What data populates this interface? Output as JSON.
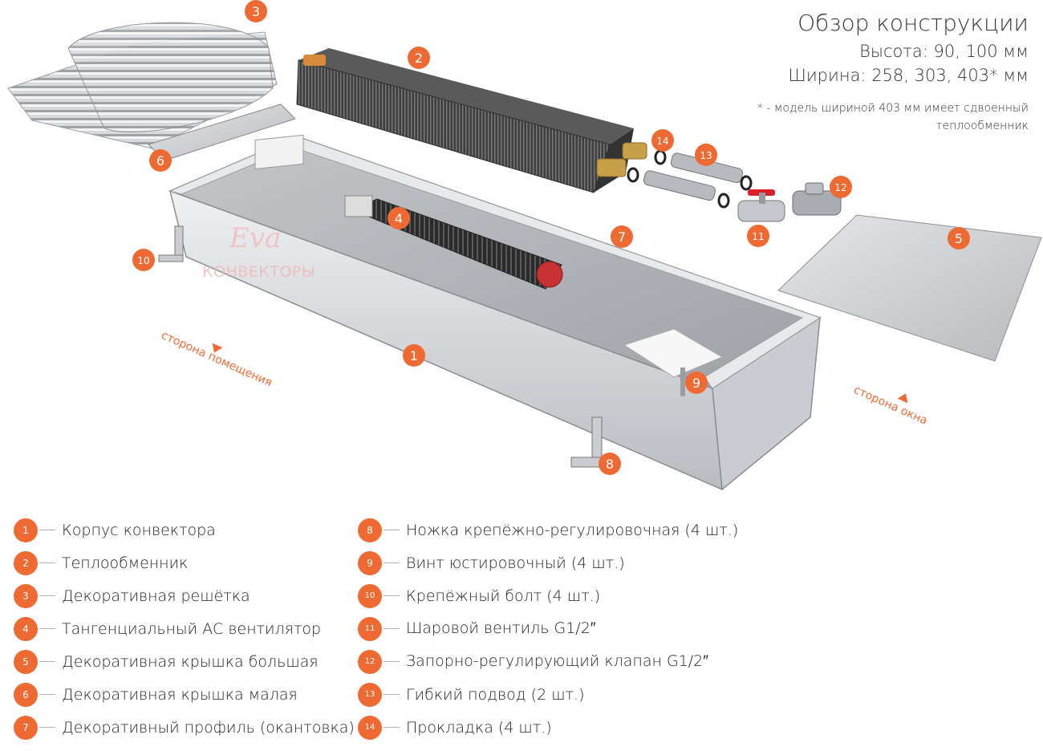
{
  "header": {
    "title": "Обзор конструкции",
    "height_line": "Высота: 90, 100 мм",
    "width_line": "Ширина: 258, 303, 403* мм",
    "note": "* -   модель шириной 403 мм имеет сдвоенный теплообменник"
  },
  "watermark": {
    "brand": "Eva",
    "sub": "КОНВЕКТОРЫ"
  },
  "sides": {
    "room": "сторона помещения",
    "window": "сторона окна"
  },
  "callouts": [
    "1",
    "2",
    "3",
    "4",
    "5",
    "6",
    "7",
    "8",
    "9",
    "10",
    "11",
    "12",
    "13",
    "14"
  ],
  "legend": [
    {
      "num": "1",
      "label": "Корпус конвектора"
    },
    {
      "num": "2",
      "label": "Теплообменник"
    },
    {
      "num": "3",
      "label": "Декоративная решётка"
    },
    {
      "num": "4",
      "label": "Тангенциальный АС вентилятор"
    },
    {
      "num": "5",
      "label": "Декоративная крышка большая"
    },
    {
      "num": "6",
      "label": "Декоративная крышка малая"
    },
    {
      "num": "7",
      "label": "Декоративный профиль (окантовка)"
    },
    {
      "num": "8",
      "label": "Ножка крепёжно-регулировочная (4 шт.)"
    },
    {
      "num": "9",
      "label": "Винт юстировочный (4 шт.)"
    },
    {
      "num": "10",
      "label": "Крепёжный болт (4 шт.)"
    },
    {
      "num": "11",
      "label": "Шаровой вентиль G1/2″"
    },
    {
      "num": "12",
      "label": "Запорно-регулирующий клапан G1/2″"
    },
    {
      "num": "13",
      "label": "Гибкий подвод (2 шт.)"
    },
    {
      "num": "14",
      "label": "Прокладка (4 шт.)"
    }
  ],
  "colors": {
    "accent": "#ef6a32",
    "heat_fins": "#4d4d4d",
    "valve_red": "#d9202b",
    "metal": "#c8cbd0"
  }
}
